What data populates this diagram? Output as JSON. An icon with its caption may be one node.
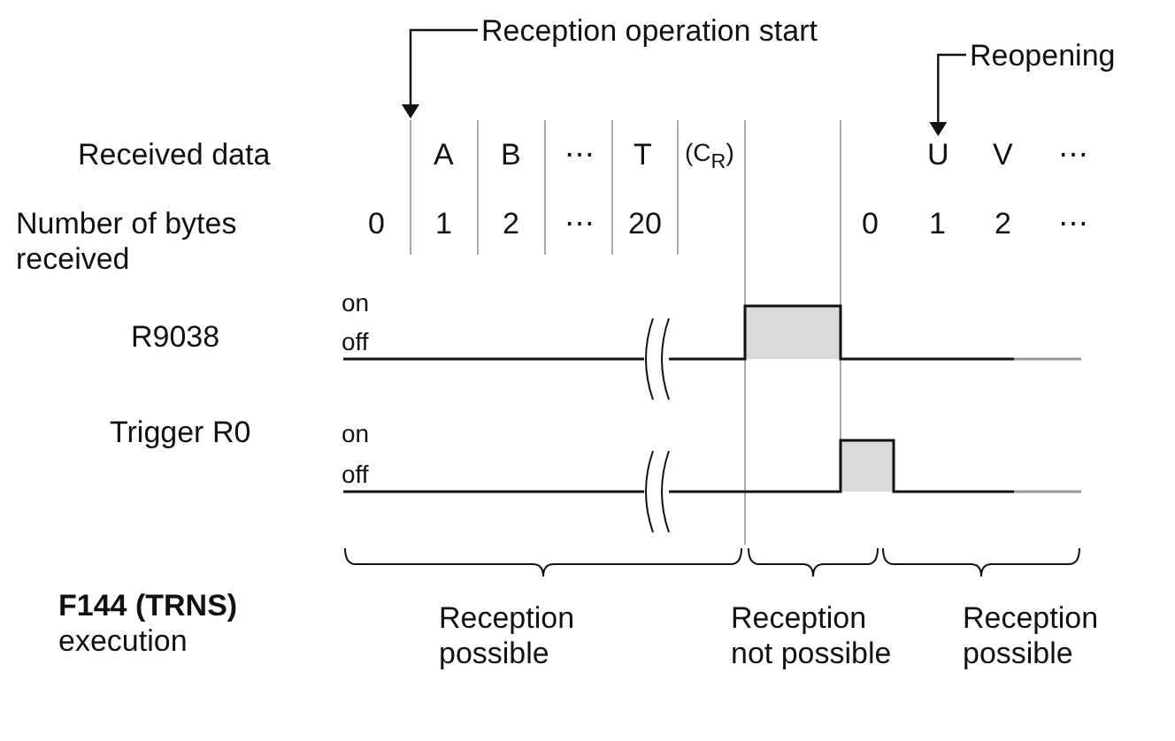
{
  "diagram": {
    "nodes": [
      {
        "text": [
          "Reception operation start"
        ]
      },
      {
        "text": [
          "Reopening"
        ]
      },
      {
        "text": [
          "U"
        ]
      }
    ],
    "edges": [
      {
        "from": 0,
        "to": null,
        "arrow": "to"
      },
      {
        "from": 1,
        "to": 2,
        "arrow": "to"
      }
    ],
    "labels": [
      "Received data",
      "A",
      "B",
      "⋯",
      "T",
      "(C$_{R}$)",
      "V",
      "⋯",
      "Number of bytes received",
      "0",
      "1",
      "2",
      "⋯",
      "20",
      "0",
      "1",
      "2",
      "⋯",
      "on",
      "R9038",
      "off",
      "Trigger R0",
      "on",
      "off",
      "**F144 (TRNS)** execution",
      "Reception possible",
      "Reception not possible",
      "Reception possible"
    ]
  }
}
